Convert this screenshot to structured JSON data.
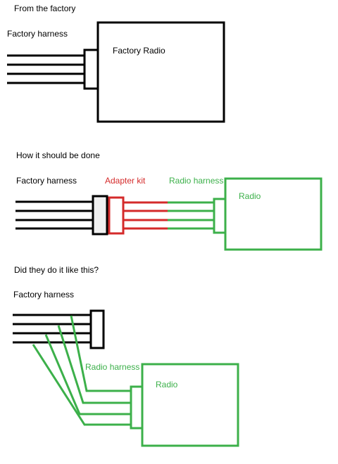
{
  "sections": {
    "factory": {
      "heading": "From the factory",
      "harness_label": "Factory harness",
      "radio_label": "Factory Radio"
    },
    "correct": {
      "heading": "How it should be done",
      "harness_label": "Factory harness",
      "adapter_label": "Adapter kit",
      "radio_harness_label": "Radio harness",
      "radio_label": "Radio"
    },
    "question": {
      "heading": "Did they do it like this?",
      "harness_label": "Factory harness",
      "radio_harness_label": "Radio harness",
      "radio_label": "Radio"
    }
  },
  "colors": {
    "black": "#000000",
    "red": "#d42a2a",
    "green": "#3cb04a",
    "connector_fill": "#f0f0f0"
  }
}
